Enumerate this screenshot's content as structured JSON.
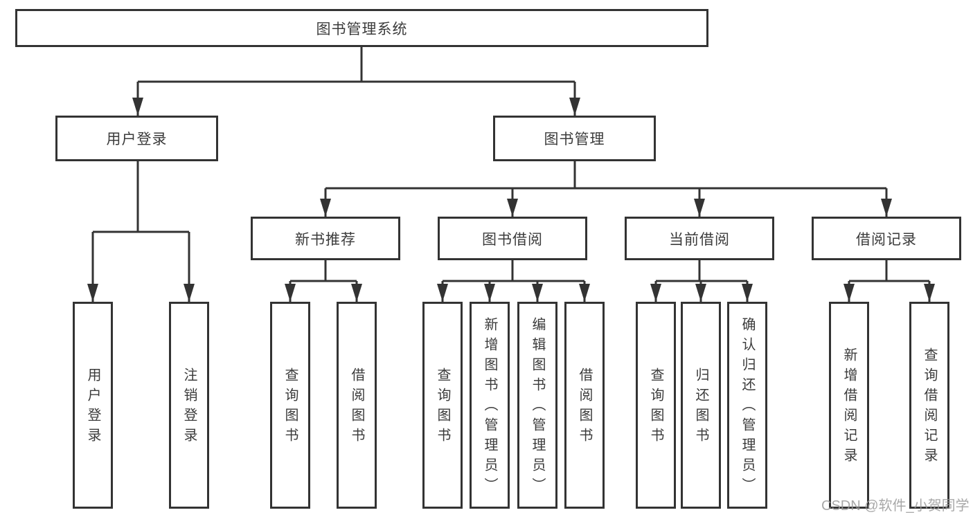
{
  "diagram": {
    "title": "图书管理系统",
    "branches": [
      {
        "label": "用户登录",
        "children": [
          {
            "label": "用户登录"
          },
          {
            "label": "注销登录"
          }
        ]
      },
      {
        "label": "图书管理",
        "children": [
          {
            "label": "新书推荐",
            "children": [
              {
                "label": "查询图书"
              },
              {
                "label": "借阅图书"
              }
            ]
          },
          {
            "label": "图书借阅",
            "children": [
              {
                "label": "查询图书"
              },
              {
                "label": "新增图书（管理员）"
              },
              {
                "label": "编辑图书（管理员）"
              },
              {
                "label": "借阅图书"
              }
            ]
          },
          {
            "label": "当前借阅",
            "children": [
              {
                "label": "查询图书"
              },
              {
                "label": "归还图书"
              },
              {
                "label": "确认归还（管理员）"
              }
            ]
          },
          {
            "label": "借阅记录",
            "children": [
              {
                "label": "新增借阅记录"
              },
              {
                "label": "查询借阅记录"
              }
            ]
          }
        ]
      }
    ]
  },
  "watermark": {
    "text": "CSDN @软件_小贺同学"
  },
  "colors": {
    "line": "#333333",
    "text": "#3b3b3b",
    "background": "#ffffff",
    "watermark": "#999999"
  }
}
